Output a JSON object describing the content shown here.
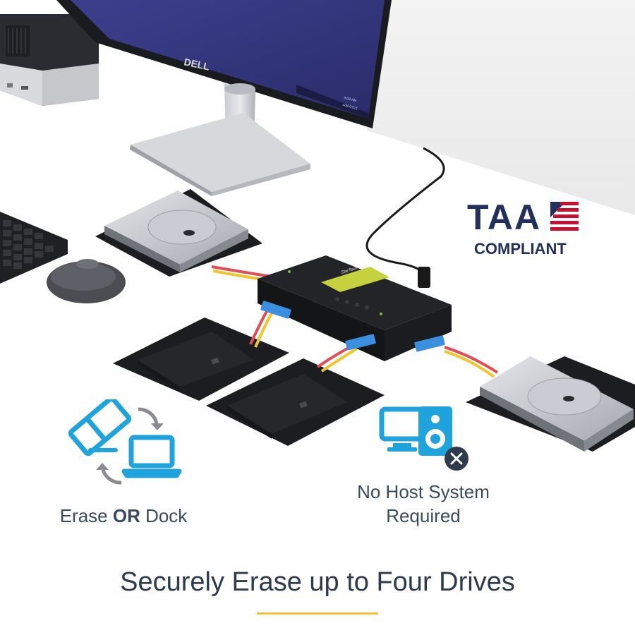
{
  "monitor": {
    "brand": "DELL",
    "clock_time": "9:08 AM",
    "clock_date": "4/30/2021"
  },
  "duplicator": {
    "brand": "StarTech.com"
  },
  "badge": {
    "taa": "TAA",
    "compliant": "COMPLIANT"
  },
  "features": [
    {
      "icon": "erase-dock-icon",
      "label_1": "Erase ",
      "label_bold": "OR",
      "label_2": " Dock"
    },
    {
      "icon": "no-host-system-icon",
      "line_1": "No Host System",
      "line_2": "Required"
    }
  ],
  "headline": {
    "strong": "Securely Erase",
    "rest": " up to Four Drives"
  },
  "colors": {
    "icon_blue": "#1fa3dd",
    "taa_navy": "#23305e",
    "flag_red": "#c8102e",
    "accent_yellow": "#f2c230",
    "text_dark": "#2d3b4c"
  }
}
